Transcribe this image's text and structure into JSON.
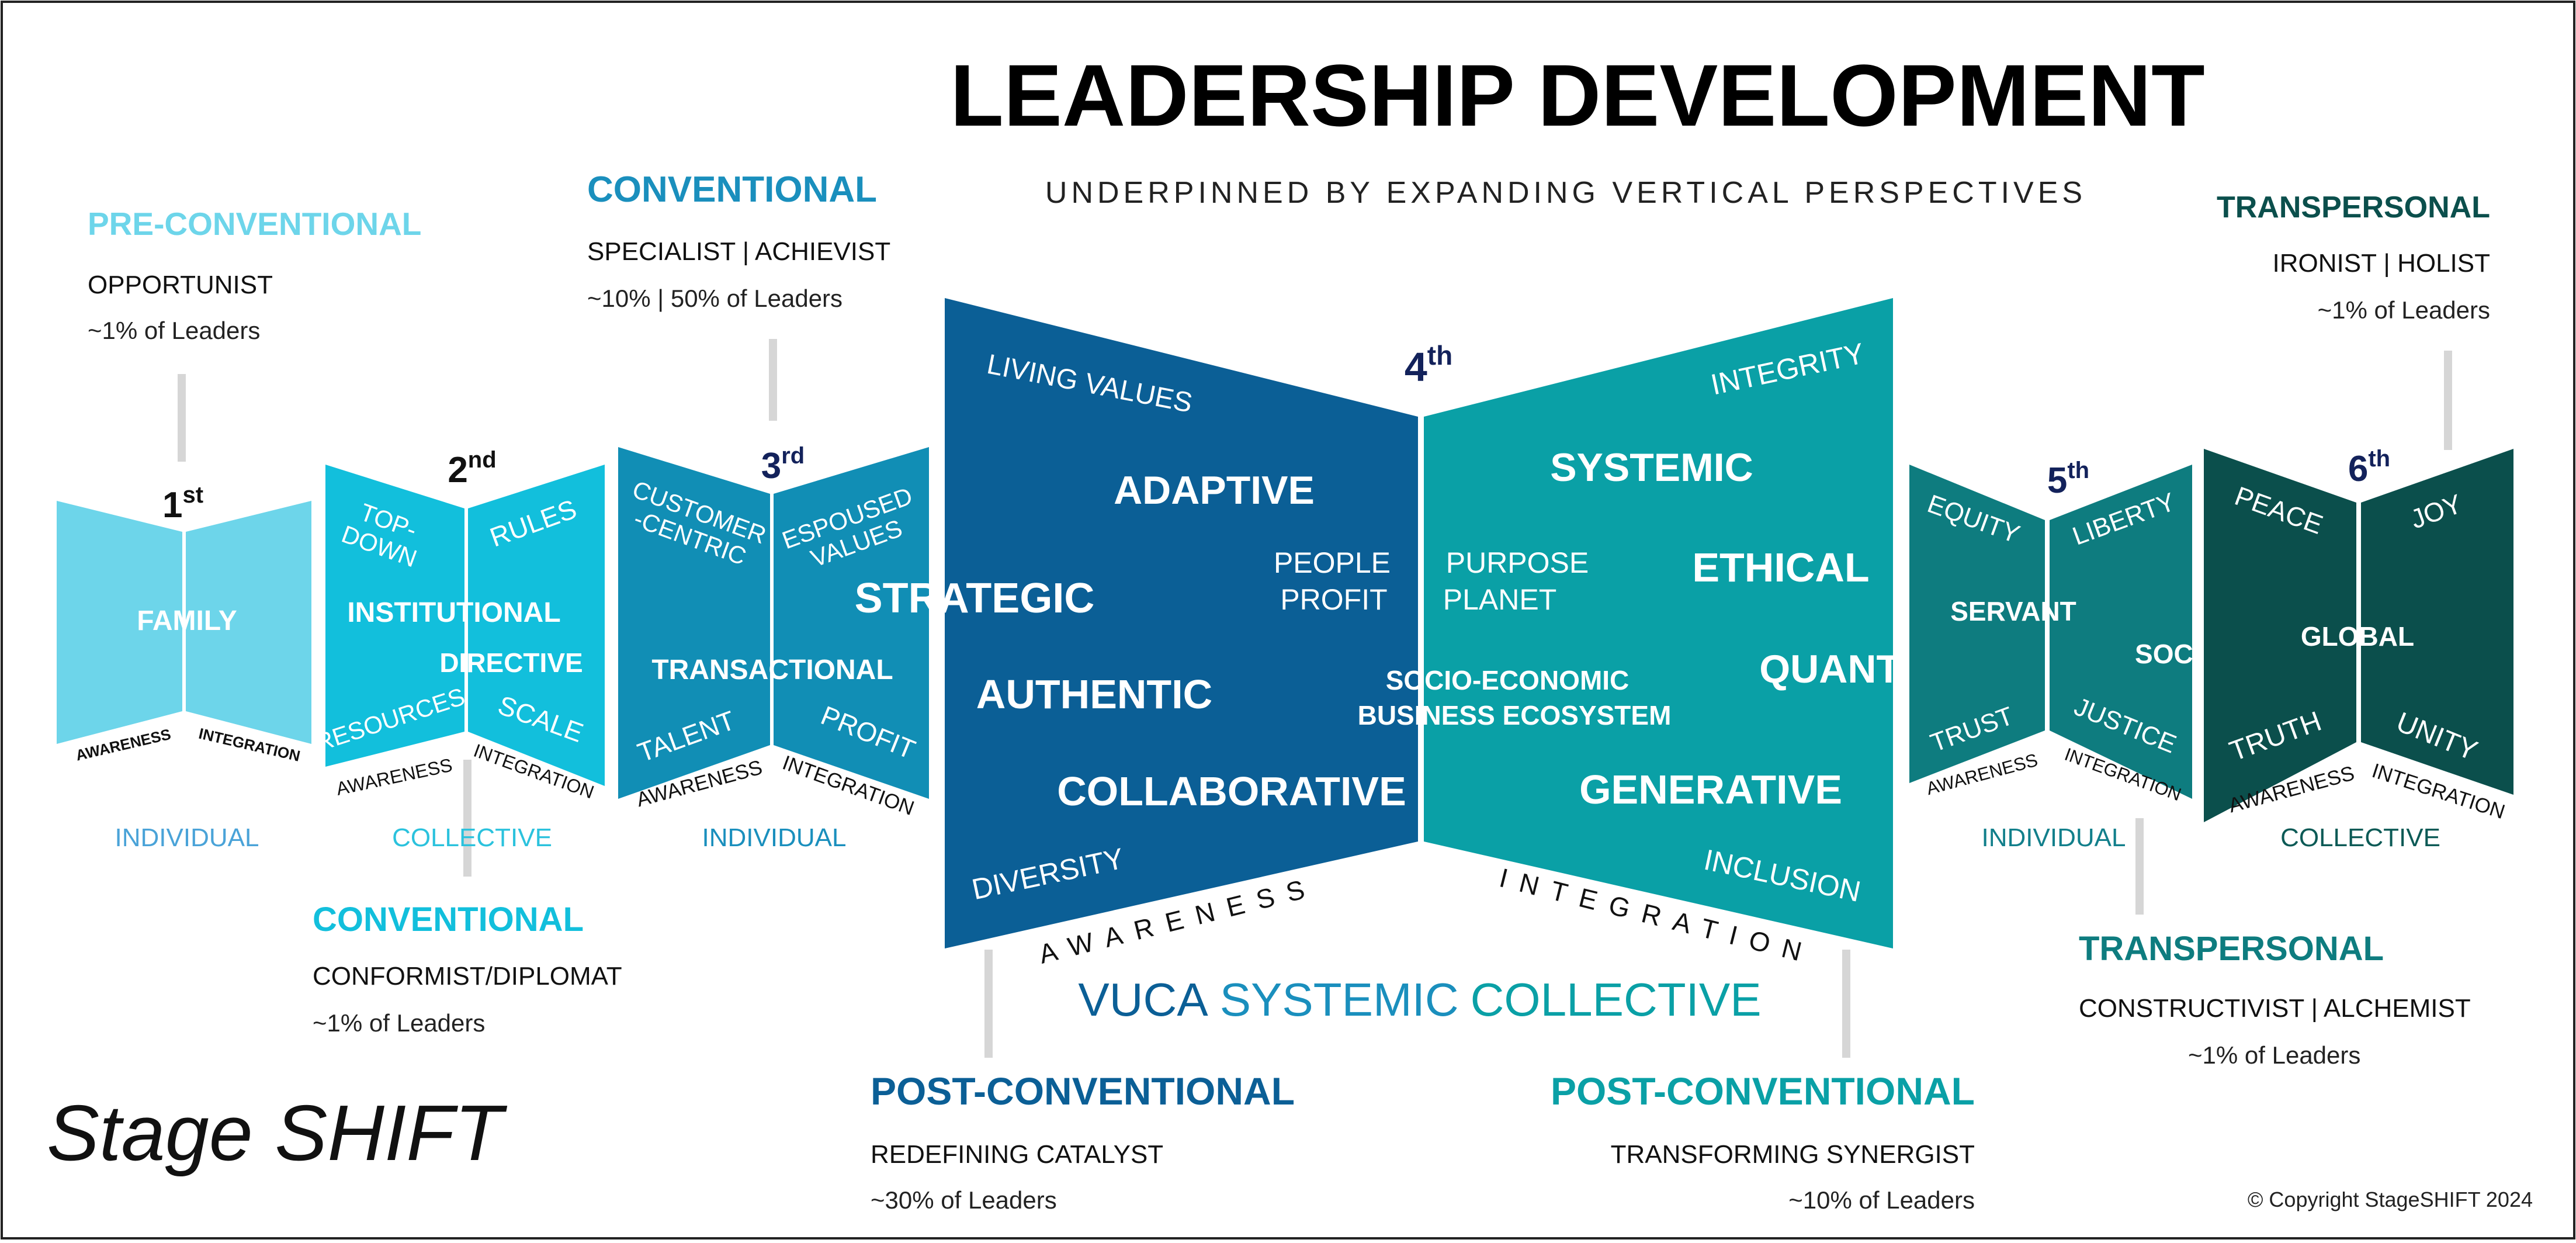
{
  "title": "LEADERSHIP DEVELOPMENT",
  "subtitle": "UNDERPINNED BY EXPANDING VERTICAL PERSPECTIVES",
  "center_caption": {
    "part1": "VUCA",
    "part2": "SYSTEMIC",
    "part3": "COLLECTIVE"
  },
  "copyright": "© Copyright StageSHIFT 2024",
  "logo_text": "Stage SHIFT",
  "colors": {
    "s1": "#6dd5ea",
    "s2": "#12bfdc",
    "s3": "#118eb5",
    "s4_left": "#0b5f96",
    "s4_right": "#0aa0a6",
    "s5": "#0e7c7f",
    "s6": "#0b4f4c",
    "label_dark": "#13225b"
  },
  "callouts": {
    "preconv": {
      "heading": "PRE-CONVENTIONAL",
      "role": "OPPORTUNIST",
      "pct": "~1% of Leaders"
    },
    "conv_top": {
      "heading": "CONVENTIONAL",
      "role": "SPECIALIST | ACHIEVIST",
      "pct": "~10% | 50% of Leaders"
    },
    "conv_bottom": {
      "heading": "CONVENTIONAL",
      "role": "CONFORMIST/DIPLOMAT",
      "pct": "~1% of Leaders"
    },
    "post_left": {
      "heading": "POST-CONVENTIONAL",
      "role": "REDEFINING CATALYST",
      "pct": "~30% of Leaders"
    },
    "post_right": {
      "heading": "POST-CONVENTIONAL",
      "role": "TRANSFORMING SYNERGIST",
      "pct": "~10% of Leaders"
    },
    "trans_top": {
      "heading": "TRANSPERSONAL",
      "role": "IRONIST | HOLIST",
      "pct": "~1% of Leaders"
    },
    "trans_bottom": {
      "heading": "TRANSPERSONAL",
      "role": "CONSTRUCTIVIST | ALCHEMIST",
      "pct": "~1% of Leaders"
    }
  },
  "stages": {
    "s1": {
      "num": "1",
      "sup": "st",
      "center": "FAMILY",
      "aw": "AWARENESS",
      "in": "INTEGRATION",
      "scope": "INDIVIDUAL"
    },
    "s2": {
      "num": "2",
      "sup": "nd",
      "tl1": "TOP-",
      "tl2": "DOWN",
      "tr": "RULES",
      "c1": "INSTITUTIONAL",
      "c2": "DIRECTIVE",
      "bl": "RESOURCES",
      "br": "SCALE",
      "aw": "AWARENESS",
      "in": "INTEGRATION",
      "scope": "COLLECTIVE"
    },
    "s3": {
      "num": "3",
      "sup": "rd",
      "tl1": "CUSTOMER",
      "tl2": "-CENTRIC",
      "tr1": "ESPOUSED",
      "tr2": "VALUES",
      "center": "TRANSACTIONAL",
      "bl": "TALENT",
      "br": "PROFIT",
      "aw": "AWARENESS",
      "in": "INTEGRATION",
      "scope": "INDIVIDUAL"
    },
    "s4": {
      "num": "4",
      "sup": "th",
      "living_values": "LIVING VALUES",
      "adaptive": "ADAPTIVE",
      "strategic": "STRATEGIC",
      "authentic": "AUTHENTIC",
      "collaborative": "COLLABORATIVE",
      "diversity": "DIVERSITY",
      "people": "PEOPLE",
      "profit": "PROFIT",
      "integrity": "INTEGRITY",
      "systemic": "SYSTEMIC",
      "purpose": "PURPOSE",
      "planet": "PLANET",
      "ethical": "ETHICAL",
      "quantum": "QUANTUM",
      "socio": "SOCIO-ECONOMIC",
      "business": "BUSINESS ECOSYSTEM",
      "generative": "GENERATIVE",
      "inclusion": "INCLUSION",
      "aw": "AWARENESS",
      "in": "INTEGRATION"
    },
    "s5": {
      "num": "5",
      "sup": "th",
      "tl": "EQUITY",
      "tr": "LIBERTY",
      "c1": "SERVANT",
      "c2": "SOCIETY",
      "bl": "TRUST",
      "br": "JUSTICE",
      "aw": "AWARENESS",
      "in": "INTEGRATION",
      "scope": "INDIVIDUAL"
    },
    "s6": {
      "num": "6",
      "sup": "th",
      "tl": "PEACE",
      "tr": "JOY",
      "center": "GLOBAL",
      "bl": "TRUTH",
      "br": "UNITY",
      "aw": "AWARENESS",
      "in": "INTEGRATION",
      "scope": "COLLECTIVE"
    }
  }
}
